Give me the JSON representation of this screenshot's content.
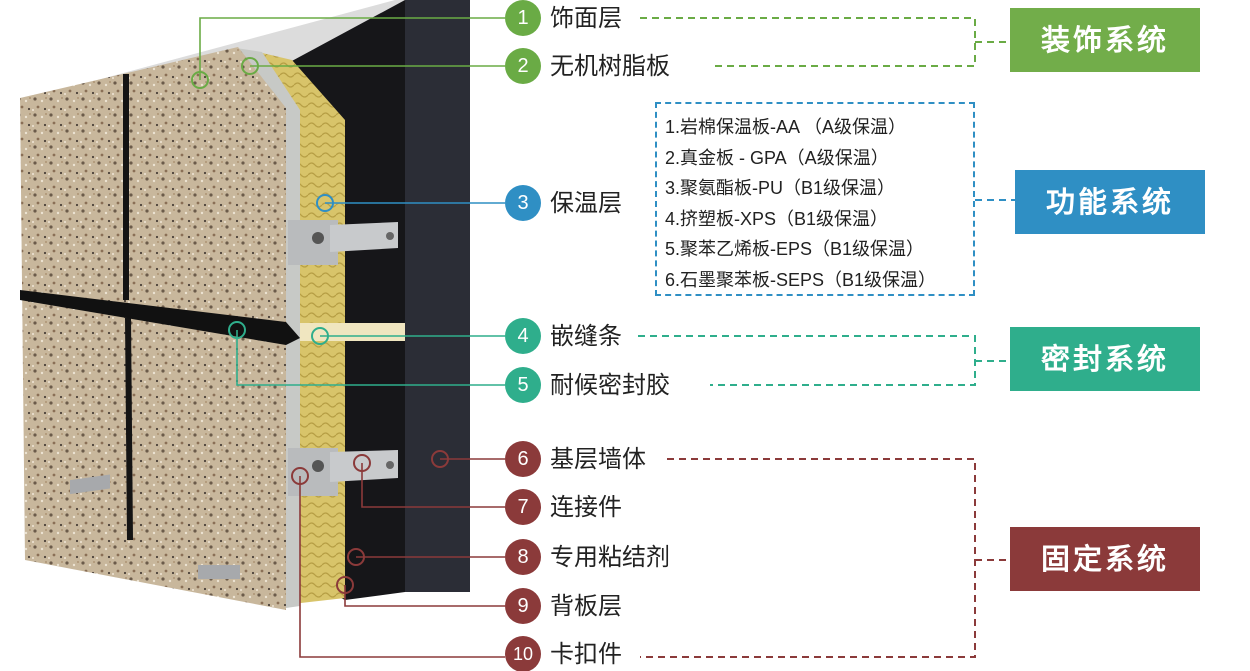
{
  "layers": [
    {
      "num": "1",
      "label": "饰面层",
      "color": "#6aab45"
    },
    {
      "num": "2",
      "label": "无机树脂板",
      "color": "#6aab45"
    },
    {
      "num": "3",
      "label": "保温层",
      "color": "#2f8fc4"
    },
    {
      "num": "4",
      "label": "嵌缝条",
      "color": "#2fae8c"
    },
    {
      "num": "5",
      "label": "耐候密封胶",
      "color": "#2fae8c"
    },
    {
      "num": "6",
      "label": "基层墙体",
      "color": "#8b3a3a"
    },
    {
      "num": "7",
      "label": "连接件",
      "color": "#8b3a3a"
    },
    {
      "num": "8",
      "label": "专用粘结剂",
      "color": "#8b3a3a"
    },
    {
      "num": "9",
      "label": "背板层",
      "color": "#8b3a3a"
    },
    {
      "num": "10",
      "label": "卡扣件",
      "color": "#8b3a3a"
    }
  ],
  "insulation_options": [
    "1.岩棉保温板-AA （A级保温）",
    "2.真金板 - GPA（A级保温）",
    "3.聚氨酯板-PU（B1级保温）",
    "4.挤塑板-XPS（B1级保温）",
    "5.聚苯乙烯板-EPS（B1级保温）",
    "6.石墨聚苯板-SEPS（B1级保温）"
  ],
  "systems": [
    {
      "label": "装饰系统",
      "color": "#72ad4a"
    },
    {
      "label": "功能系统",
      "color": "#2f8fc4"
    },
    {
      "label": "密封系统",
      "color": "#2fae8c"
    },
    {
      "label": "固定系统",
      "color": "#8b3a3a"
    }
  ]
}
